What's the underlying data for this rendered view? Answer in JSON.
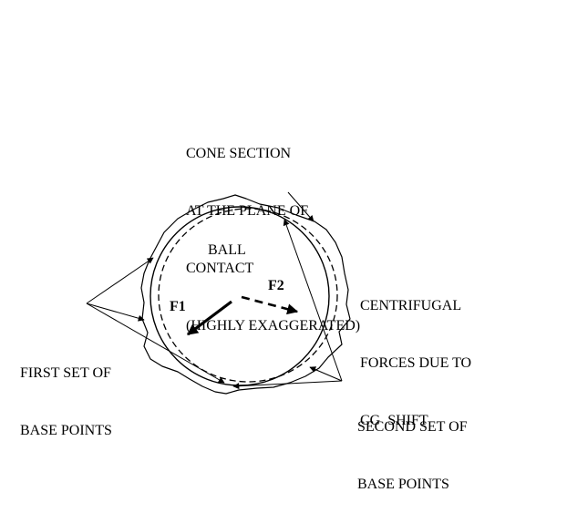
{
  "labels": {
    "cone_section": [
      "CONE SECTION",
      "AT THE PLANE OF",
      "CONTACT",
      "(HIGHLY EXAGGERATED)"
    ],
    "ball": "BALL",
    "centrifugal": [
      "CENTRIFUGAL",
      "FORCES DUE TO",
      "CG  SHIFT"
    ],
    "f1": "F1",
    "f2": "F2",
    "first_set": [
      "FIRST SET OF",
      "BASE POINTS"
    ],
    "second_set": [
      "SECOND SET OF",
      "BASE POINTS"
    ]
  },
  "colors": {
    "ink": "#000000",
    "background": "#ffffff"
  }
}
